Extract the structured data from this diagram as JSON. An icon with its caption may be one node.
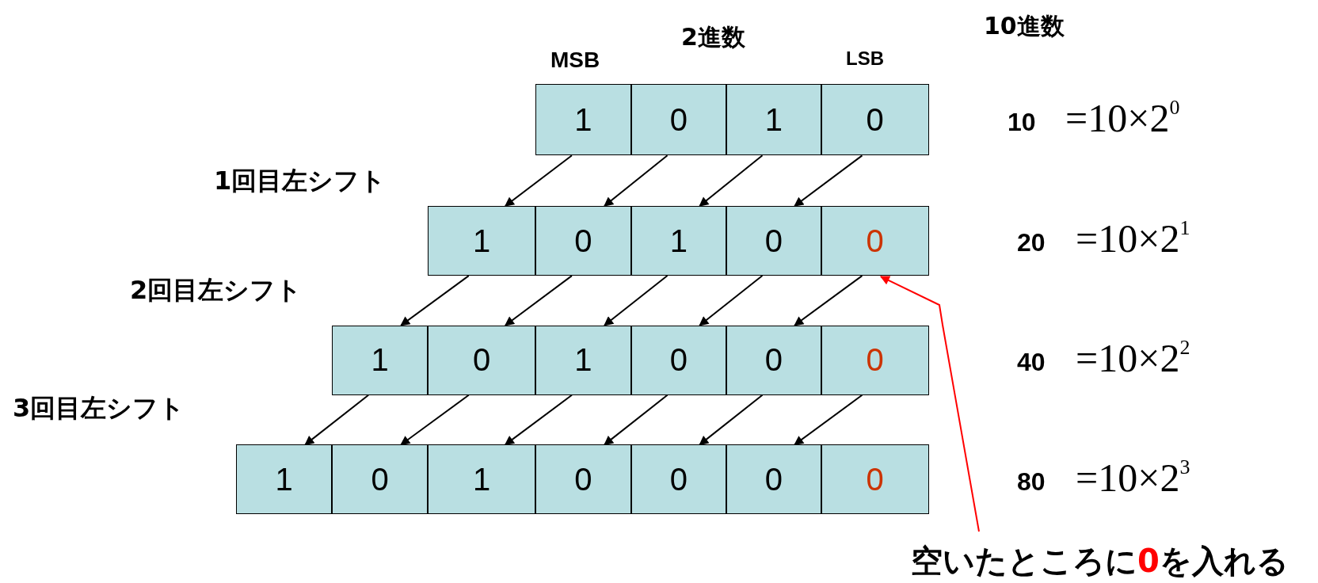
{
  "diagram": {
    "nodes": [
      {
        "text": [
          "1"
        ]
      },
      {
        "text": [
          "0"
        ]
      },
      {
        "text": [
          "1"
        ]
      },
      {
        "text": [
          "0"
        ]
      },
      {
        "text": [
          "1"
        ]
      },
      {
        "text": [
          "0"
        ]
      },
      {
        "text": [
          "1"
        ]
      },
      {
        "text": [
          "0"
        ]
      },
      {
        "text": [
          "0"
        ]
      },
      {
        "text": [
          "1"
        ]
      },
      {
        "text": [
          "0"
        ]
      },
      {
        "text": [
          "1"
        ]
      },
      {
        "text": [
          "0"
        ]
      },
      {
        "text": [
          "0"
        ]
      },
      {
        "text": [
          "0"
        ]
      },
      {
        "text": [
          "1"
        ]
      },
      {
        "text": [
          "0"
        ]
      },
      {
        "text": [
          "1"
        ]
      },
      {
        "text": [
          "0"
        ]
      },
      {
        "text": [
          "0"
        ]
      },
      {
        "text": [
          "0"
        ]
      },
      {
        "text": [
          "0"
        ]
      },
      {
        "text": [
          "空いたところに**0**を入れる"
        ]
      }
    ],
    "edges": [
      {
        "from": 0,
        "to": 4,
        "arrow": "to"
      },
      {
        "from": 1,
        "to": 5,
        "arrow": "to"
      },
      {
        "from": 2,
        "to": 6,
        "arrow": "to"
      },
      {
        "from": 3,
        "to": 7,
        "arrow": "to"
      },
      {
        "from": 4,
        "to": 9,
        "arrow": "to"
      },
      {
        "from": 5,
        "to": 10,
        "arrow": "to"
      },
      {
        "from": 6,
        "to": 11,
        "arrow": "to"
      },
      {
        "from": 7,
        "to": 12,
        "arrow": "to"
      },
      {
        "from": 8,
        "to": 13,
        "arrow": "to"
      },
      {
        "from": 9,
        "to": 15,
        "arrow": "to"
      },
      {
        "from": 10,
        "to": 16,
        "arrow": "to"
      },
      {
        "from": 11,
        "to": 17,
        "arrow": "to"
      },
      {
        "from": 12,
        "to": 18,
        "arrow": "to"
      },
      {
        "from": 13,
        "to": 19,
        "arrow": "to"
      },
      {
        "from": 14,
        "to": 20,
        "arrow": "to"
      },
      {
        "from": 22,
        "to": 8,
        "arrow": "to",
        "color": "#ff0000"
      }
    ],
    "labels": [
      "10進数",
      "MSB",
      "2進数",
      "LSB",
      "10",
      "=10×2$^{0}$",
      "1回目左シフト",
      "20",
      "=10×2$^{1}$",
      "2回目左シフト",
      "40",
      "=10×2$^{2}$",
      "3回目左シフト",
      "80",
      "=10×2$^{3}$"
    ]
  }
}
